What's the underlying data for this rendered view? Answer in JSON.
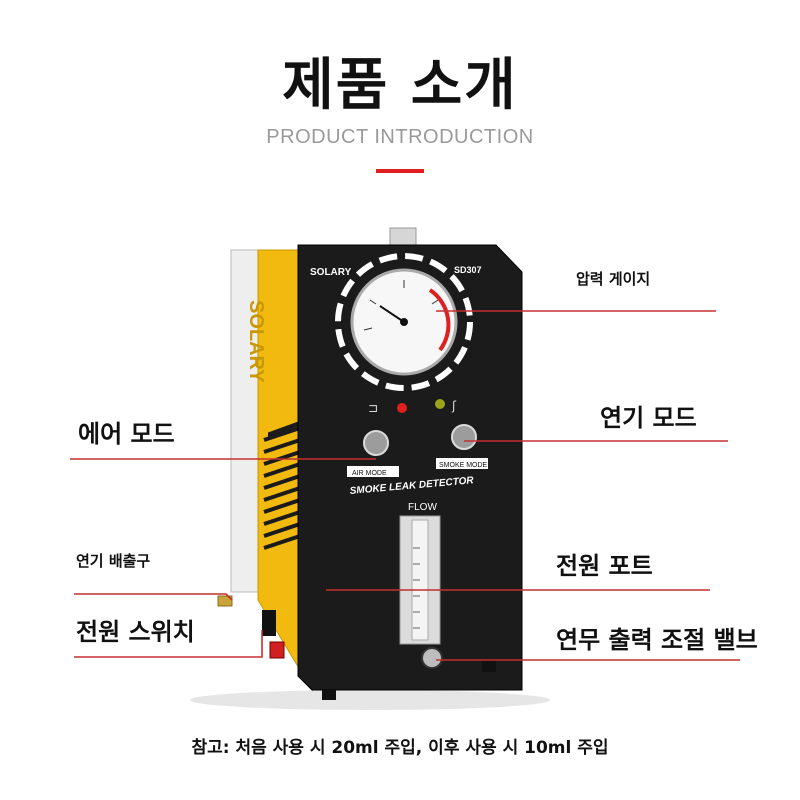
{
  "header": {
    "title": "제품 소개",
    "subtitle": "PRODUCT INTRODUCTION"
  },
  "device": {
    "brand": "SOLARY",
    "model": "SD307",
    "panel_title": "SMOKE LEAK DETECTOR",
    "air_mode_label": "AIR MODE",
    "smoke_mode_label": "SMOKE MODE",
    "flow_label": "FLOW"
  },
  "callouts": {
    "pressure_gauge": "압력 게이지",
    "air_mode": "에어 모드",
    "smoke_mode": "연기 모드",
    "smoke_outlet": "연기 배출구",
    "power_port": "전원 포트",
    "power_switch": "전원 스위치",
    "smoke_valve": "연무 출력 조절 밸브"
  },
  "footer": {
    "note": "참고: 처음 사용 시 20ml 주입, 이후 사용 시 10ml 주입"
  },
  "colors": {
    "accent_red": "#e02020",
    "body_yellow": "#f2b90f",
    "body_black": "#1b1b1b",
    "leader_line": "#c43030"
  }
}
